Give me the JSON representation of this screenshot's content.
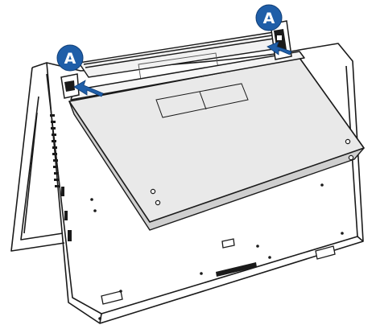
{
  "diagram": {
    "callouts": [
      {
        "id": "left",
        "label": "A"
      },
      {
        "id": "right",
        "label": "A"
      }
    ],
    "colors": {
      "line": "#1a1a1a",
      "panel": "#e8e8e8",
      "panel_dark": "#d6d6d6",
      "shadow": "#c8c8c8",
      "accent": "#1f5ea8",
      "callout_text": "#ffffff",
      "background": "#ffffff"
    }
  }
}
